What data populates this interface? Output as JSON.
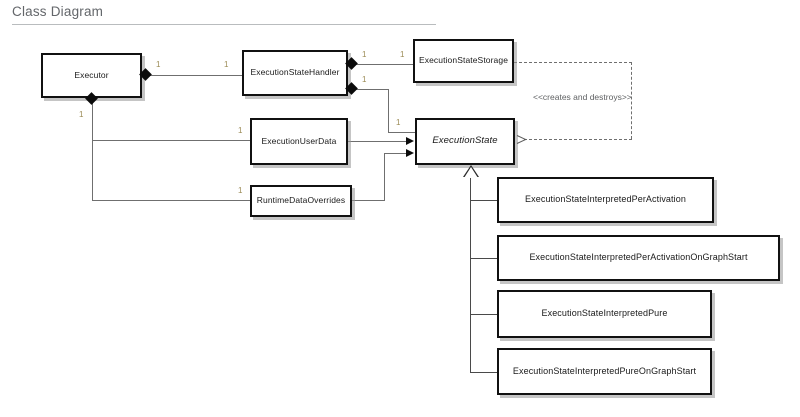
{
  "title": "Class Diagram",
  "diagram": {
    "type": "uml-class-diagram",
    "classes": [
      {
        "id": "executor",
        "name": "Executor",
        "abstract": false
      },
      {
        "id": "execution-state-handler",
        "name": "ExecutionStateHandler",
        "abstract": false
      },
      {
        "id": "execution-state-storage",
        "name": "ExecutionStateStorage",
        "abstract": false
      },
      {
        "id": "execution-user-data",
        "name": "ExecutionUserData",
        "abstract": false
      },
      {
        "id": "runtime-data-overrides",
        "name": "RuntimeDataOverrides",
        "abstract": false
      },
      {
        "id": "execution-state",
        "name": "ExecutionState",
        "abstract": true
      },
      {
        "id": "esi-per-activation",
        "name": "ExecutionStateInterpretedPerActivation",
        "abstract": false
      },
      {
        "id": "esi-per-activation-on-graph-start",
        "name": "ExecutionStateInterpretedPerActivationOnGraphStart",
        "abstract": false
      },
      {
        "id": "esi-pure",
        "name": "ExecutionStateInterpretedPure",
        "abstract": false
      },
      {
        "id": "esi-pure-on-graph-start",
        "name": "ExecutionStateInterpretedPureOnGraphStart",
        "abstract": false
      }
    ],
    "relationships": [
      {
        "kind": "composition",
        "from": "executor",
        "to": "execution-state-handler",
        "source_multiplicity": "1",
        "target_multiplicity": "1"
      },
      {
        "kind": "composition",
        "from": "execution-state-handler",
        "to": "execution-state-storage",
        "source_multiplicity": "1",
        "target_multiplicity": "1"
      },
      {
        "kind": "composition",
        "from": "execution-state-handler",
        "to": "execution-state",
        "source_multiplicity": "1",
        "target_multiplicity": "1"
      },
      {
        "kind": "composition",
        "from": "executor",
        "to": "execution-user-data",
        "source_multiplicity": "1",
        "target_multiplicity": "1"
      },
      {
        "kind": "composition",
        "from": "executor",
        "to": "runtime-data-overrides",
        "source_multiplicity": "1",
        "target_multiplicity": "1"
      },
      {
        "kind": "association",
        "from": "execution-user-data",
        "to": "execution-state"
      },
      {
        "kind": "association",
        "from": "runtime-data-overrides",
        "to": "execution-state"
      },
      {
        "kind": "dependency",
        "from": "execution-state-storage",
        "to": "execution-state",
        "label": "<<creates and destroys>>"
      },
      {
        "kind": "generalization",
        "from": "esi-per-activation",
        "to": "execution-state"
      },
      {
        "kind": "generalization",
        "from": "esi-per-activation-on-graph-start",
        "to": "execution-state"
      },
      {
        "kind": "generalization",
        "from": "esi-pure",
        "to": "execution-state"
      },
      {
        "kind": "generalization",
        "from": "esi-pure-on-graph-start",
        "to": "execution-state"
      }
    ],
    "multiplicity_labels": [
      {
        "id": "m1",
        "value": "1"
      },
      {
        "id": "m2",
        "value": "1"
      },
      {
        "id": "m3",
        "value": "1"
      },
      {
        "id": "m4",
        "value": "1"
      },
      {
        "id": "m5",
        "value": "1"
      },
      {
        "id": "m6",
        "value": "1"
      },
      {
        "id": "m7",
        "value": "1"
      },
      {
        "id": "m8",
        "value": "1"
      },
      {
        "id": "m9",
        "value": "1"
      }
    ],
    "stereotype": "<<creates and destroys>>",
    "colors": {
      "background": "#ffffff",
      "box_border": "#111111",
      "connector": "#6f6f6f",
      "multiplicity_text": "#9b8b56",
      "title_text": "#63666a",
      "stereotype_text": "#5f6163"
    }
  }
}
